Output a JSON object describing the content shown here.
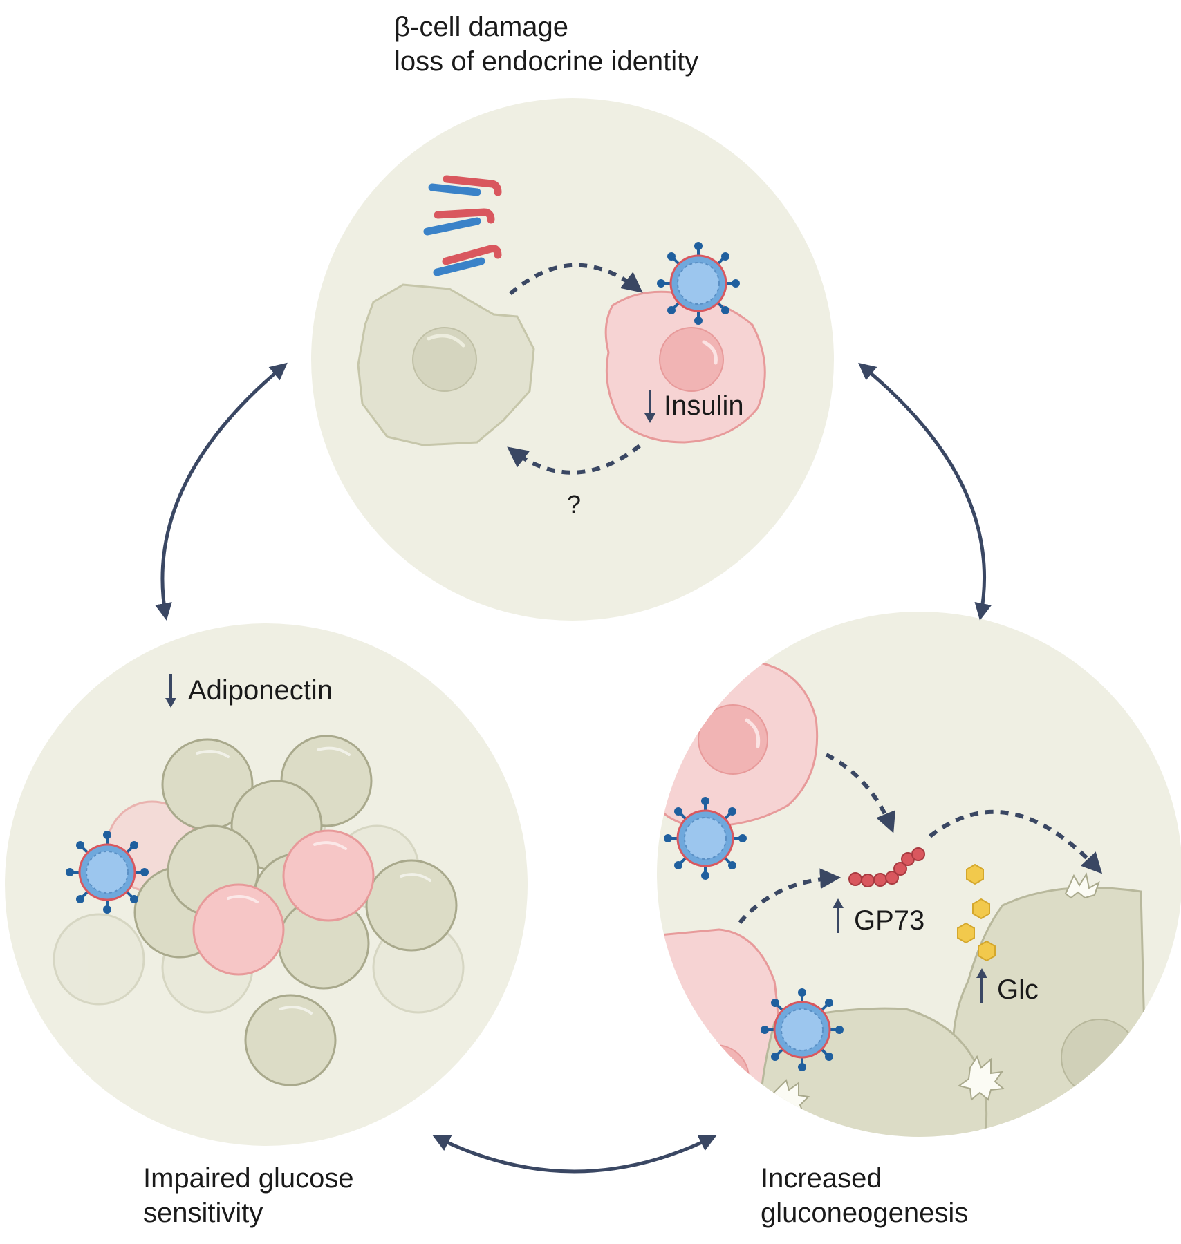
{
  "top_panel": {
    "caption_line1": "β-cell damage",
    "caption_line2": "loss of endocrine identity",
    "insulin_label": "Insulin",
    "question_label": "?"
  },
  "left_panel": {
    "adiponectin_label": "Adiponectin",
    "caption_line1": "Impaired glucose",
    "caption_line2": "sensitivity"
  },
  "right_panel": {
    "gp73_label": "GP73",
    "glc_label": "Glc",
    "caption_line1": "Increased",
    "caption_line2": "gluconeogenesis"
  },
  "colors": {
    "panel_bg": "#efefe3",
    "healthy_cell": "#e2e2d0",
    "infected_cell": "#f6d3d3",
    "arrow": "#3a4763",
    "virus": "#6fa8dc",
    "spike": "#1f5f9e"
  }
}
